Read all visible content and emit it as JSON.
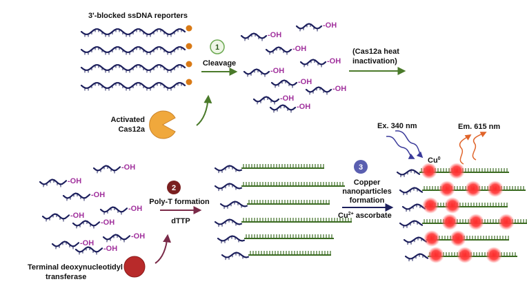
{
  "labels": {
    "reporters": "3'-blocked ssDNA reporters",
    "cas12a_line1": "Activated",
    "cas12a_line2": "Cas12a",
    "step1_num": "1",
    "step1_label": "Cleavage",
    "heat_line1": "(Cas12a heat",
    "heat_line2": "inactivation)",
    "step2_num": "2",
    "step2_label": "Poly-T formation",
    "dttp": "dTTP",
    "tdt_line1": "Terminal deoxynucleotidyl",
    "tdt_line2": "transferase",
    "step3_num": "3",
    "step3_line1": "Copper",
    "step3_line2": "nanoparticles",
    "step3_line3": "formation",
    "cu_ion": "Cu",
    "cu_ion_charge": "2+",
    "ascorbate": " ascorbate",
    "excitation": "Ex. 340 nm",
    "emission": "Em. 615 nm",
    "cu0": "Cu",
    "cu0_sup": "0",
    "oh": "-OH"
  },
  "colors": {
    "dna": "#1c1f5c",
    "oh_text": "#a0309c",
    "block_cap": "#d97a16",
    "cas12a": "#f0a83c",
    "step1_arrow": "#4a7a2a",
    "step1_badge_fill": "#eef6e6",
    "step1_badge_stroke": "#6aa84f",
    "step2_badge": "#7a1f1f",
    "step2_arrow": "#7a2a48",
    "tdt": "#b82a2a",
    "polyT": "#3a6a20",
    "step3_badge": "#5a5fb0",
    "step3_arrow": "#1c1f5c",
    "excitation_wave": "#3a3a9a",
    "emission_wave": "#e0642a",
    "nanoparticle": "#ff3838"
  },
  "icons": {
    "cas12a": "pacman-enzyme-icon",
    "tdt": "circle-enzyme-icon",
    "nanoparticle": "glowing-particle-icon"
  }
}
